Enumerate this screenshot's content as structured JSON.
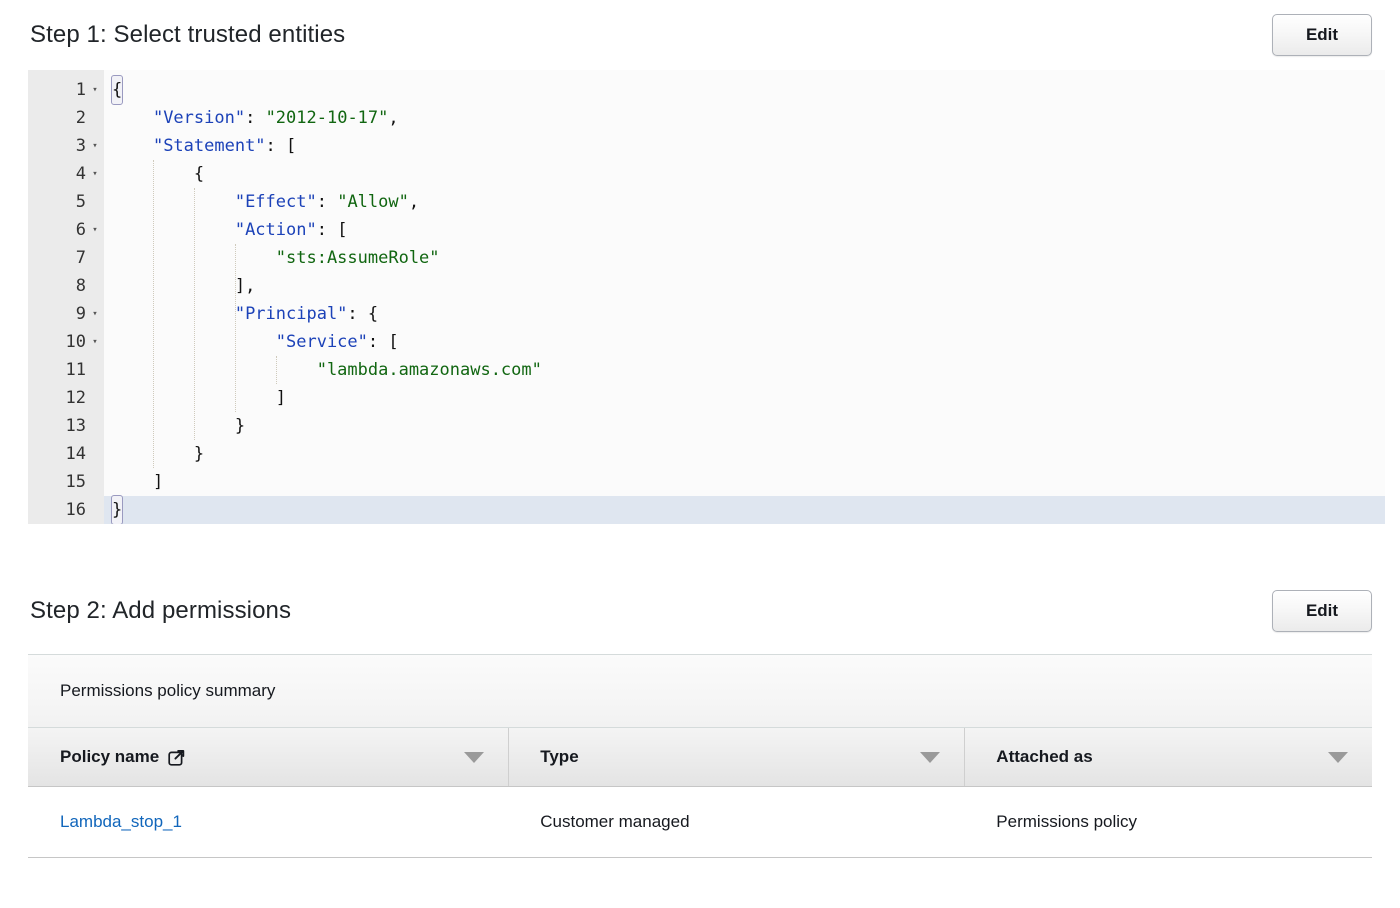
{
  "step1": {
    "title": "Step 1: Select trusted entities",
    "edit_label": "Edit",
    "editor": {
      "active_line": 16,
      "lines": [
        {
          "n": 1,
          "fold": true,
          "segments": [
            {
              "t": "punct",
              "v": "{",
              "bracket": true
            }
          ]
        },
        {
          "n": 2,
          "fold": false,
          "segments": [
            {
              "t": "plain",
              "v": "    "
            },
            {
              "t": "key",
              "v": "\"Version\""
            },
            {
              "t": "punct",
              "v": ": "
            },
            {
              "t": "str",
              "v": "\"2012-10-17\""
            },
            {
              "t": "punct",
              "v": ","
            }
          ]
        },
        {
          "n": 3,
          "fold": true,
          "segments": [
            {
              "t": "plain",
              "v": "    "
            },
            {
              "t": "key",
              "v": "\"Statement\""
            },
            {
              "t": "punct",
              "v": ": ["
            }
          ]
        },
        {
          "n": 4,
          "fold": true,
          "segments": [
            {
              "t": "plain",
              "v": "        "
            },
            {
              "t": "punct",
              "v": "{"
            }
          ]
        },
        {
          "n": 5,
          "fold": false,
          "segments": [
            {
              "t": "plain",
              "v": "            "
            },
            {
              "t": "key",
              "v": "\"Effect\""
            },
            {
              "t": "punct",
              "v": ": "
            },
            {
              "t": "str",
              "v": "\"Allow\""
            },
            {
              "t": "punct",
              "v": ","
            }
          ]
        },
        {
          "n": 6,
          "fold": true,
          "segments": [
            {
              "t": "plain",
              "v": "            "
            },
            {
              "t": "key",
              "v": "\"Action\""
            },
            {
              "t": "punct",
              "v": ": ["
            }
          ]
        },
        {
          "n": 7,
          "fold": false,
          "segments": [
            {
              "t": "plain",
              "v": "                "
            },
            {
              "t": "str",
              "v": "\"sts:AssumeRole\""
            }
          ]
        },
        {
          "n": 8,
          "fold": false,
          "segments": [
            {
              "t": "plain",
              "v": "            "
            },
            {
              "t": "punct",
              "v": "],"
            }
          ]
        },
        {
          "n": 9,
          "fold": true,
          "segments": [
            {
              "t": "plain",
              "v": "            "
            },
            {
              "t": "key",
              "v": "\"Principal\""
            },
            {
              "t": "punct",
              "v": ": {"
            }
          ]
        },
        {
          "n": 10,
          "fold": true,
          "segments": [
            {
              "t": "plain",
              "v": "                "
            },
            {
              "t": "key",
              "v": "\"Service\""
            },
            {
              "t": "punct",
              "v": ": ["
            }
          ]
        },
        {
          "n": 11,
          "fold": false,
          "segments": [
            {
              "t": "plain",
              "v": "                    "
            },
            {
              "t": "str",
              "v": "\"lambda.amazonaws.com\""
            }
          ]
        },
        {
          "n": 12,
          "fold": false,
          "segments": [
            {
              "t": "plain",
              "v": "                "
            },
            {
              "t": "punct",
              "v": "]"
            }
          ]
        },
        {
          "n": 13,
          "fold": false,
          "segments": [
            {
              "t": "plain",
              "v": "            "
            },
            {
              "t": "punct",
              "v": "}"
            }
          ]
        },
        {
          "n": 14,
          "fold": false,
          "segments": [
            {
              "t": "plain",
              "v": "        "
            },
            {
              "t": "punct",
              "v": "}"
            }
          ]
        },
        {
          "n": 15,
          "fold": false,
          "segments": [
            {
              "t": "plain",
              "v": "    "
            },
            {
              "t": "punct",
              "v": "]"
            }
          ]
        },
        {
          "n": 16,
          "fold": false,
          "segments": [
            {
              "t": "punct",
              "v": "}",
              "bracket": true
            }
          ]
        }
      ]
    }
  },
  "step2": {
    "title": "Step 2: Add permissions",
    "edit_label": "Edit",
    "summary_label": "Permissions policy summary",
    "table": {
      "columns": [
        {
          "label": "Policy name",
          "icon": "external-link-icon",
          "sort": "sort-triangle-icon"
        },
        {
          "label": "Type",
          "icon": null,
          "sort": "sort-triangle-icon"
        },
        {
          "label": "Attached as",
          "icon": null,
          "sort": "sort-triangle-icon"
        }
      ],
      "rows": [
        {
          "policy_name": "Lambda_stop_1",
          "type": "Customer managed",
          "attached_as": "Permissions policy"
        }
      ]
    }
  },
  "colors": {
    "link": "#1166bb",
    "json_key": "#1c42b8",
    "json_string": "#116611",
    "active_line": "#dfe6f0",
    "gutter": "#ebebeb"
  }
}
